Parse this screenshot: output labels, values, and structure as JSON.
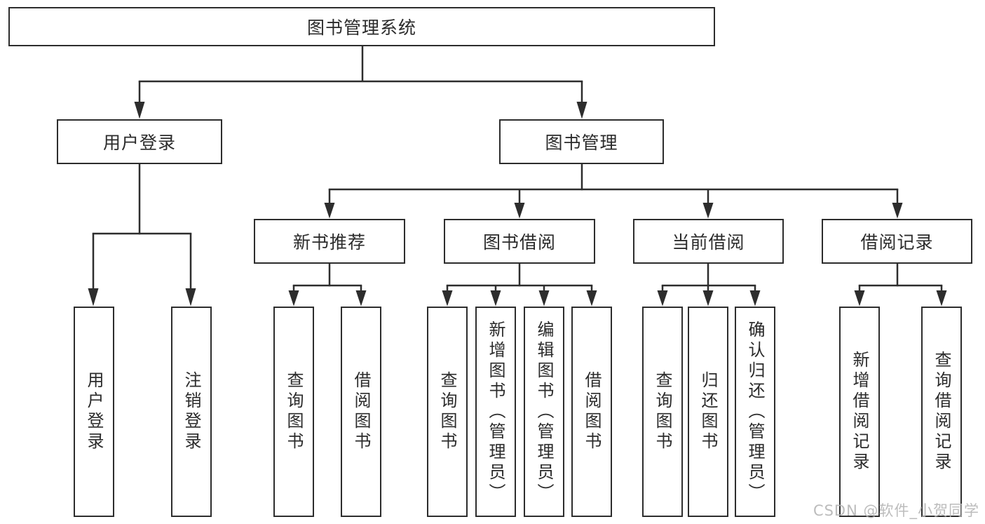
{
  "diagram": {
    "type": "hierarchy-tree",
    "colors": {
      "background": "#ffffff",
      "line": "#2d2d2d",
      "box_border": "#2d2d2d",
      "box_fill": "#ffffff",
      "text": "#2b2b2b",
      "watermark_text": "#b5b5b5"
    },
    "structure": {
      "root": "图书管理系统",
      "children": [
        {
          "label": "用户登录",
          "children": [
            "用户登录",
            "注销登录"
          ]
        },
        {
          "label": "图书管理",
          "children": [
            {
              "label": "新书推荐",
              "children": [
                "查询图书",
                "借阅图书"
              ]
            },
            {
              "label": "图书借阅",
              "children": [
                "查询图书",
                "新增图书（管理员）",
                "编辑图书（管理员）",
                "借阅图书"
              ]
            },
            {
              "label": "当前借阅",
              "children": [
                "查询图书",
                "归还图书",
                "确认归还（管理员）"
              ]
            },
            {
              "label": "借阅记录",
              "children": [
                "新增借阅记录",
                "查询借阅记录"
              ]
            }
          ]
        }
      ]
    },
    "watermark": "CSDN @软件_小贺同学"
  }
}
